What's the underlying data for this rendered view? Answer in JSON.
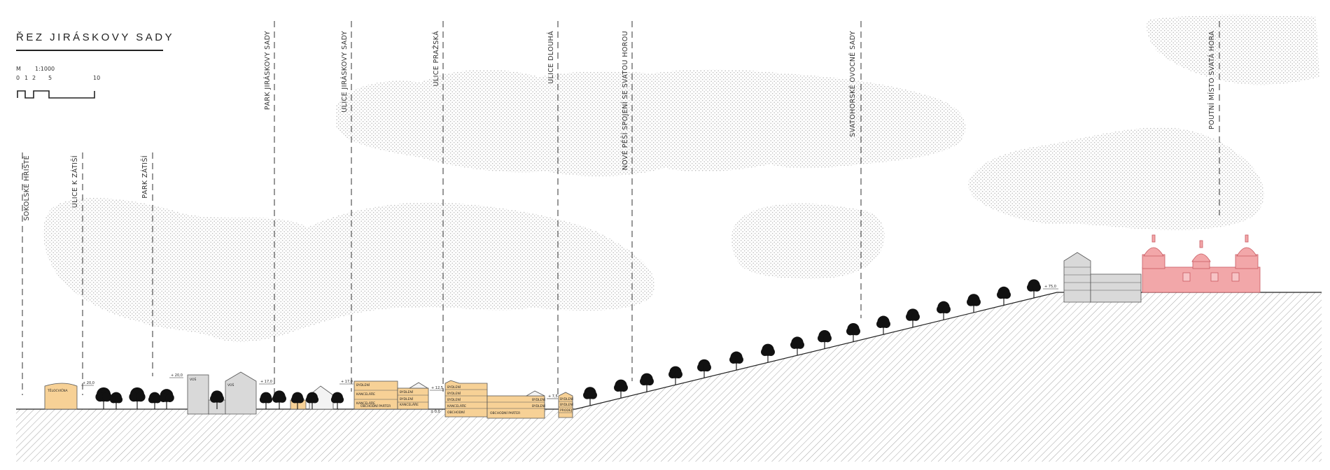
{
  "title": "ŘEZ JIRÁSKOVY SADY",
  "scale": {
    "label_m": "M",
    "ratio": "1:1000",
    "ticks": [
      "0",
      "1",
      "2",
      "5",
      "10"
    ]
  },
  "section_lines": [
    {
      "id": "sokolske-hriste",
      "label": "SOKOLSKÉ HŘIŠTĚ"
    },
    {
      "id": "ulice-k-zatisi",
      "label": "ULICE K ZÁTIŠÍ"
    },
    {
      "id": "park-zatisi",
      "label": "PARK ZÁTIŠÍ"
    },
    {
      "id": "park-jiraskovy-sady",
      "label": "PARK JIRÁSKOVY SADY"
    },
    {
      "id": "ulice-jiraskovy-sady",
      "label": "ULICE JIRÁSKOVY SADY"
    },
    {
      "id": "ulice-prazska",
      "label": "ULICE PRAŽSKÁ"
    },
    {
      "id": "ulice-dlouha",
      "label": "ULICE DLOUHÁ"
    },
    {
      "id": "nove-pesi-spojeni",
      "label": "NOVÉ PĚŠÍ SPOJENÍ SE SVATOU HOROU"
    },
    {
      "id": "svatohorske-ovocne-sady",
      "label": "SVATOHORSKÉ OVOCNÉ SADY"
    },
    {
      "id": "poutni-misto",
      "label": "POUTNÍ MÍSTO SVATÁ HORA"
    }
  ],
  "building_labels": {
    "telocvicna": "TĚLOCVIČNA",
    "vos": "VOŠ",
    "bydleni": "BYDLENÍ",
    "kancelare": "KANCELÁŘE",
    "obchodni_parter": "OBCHODNÍ PARTER",
    "obchodni": "OBCHODNÍ",
    "prodej": "PRODEJ"
  },
  "level_marks": [
    "+ 20,0",
    "+ 20,0",
    "+ 17,0",
    "+ 17,0",
    "+ 12,5",
    "+ 7,5",
    "+ 75,0",
    "± 0,0"
  ],
  "colors": {
    "building_fill": "#f7d196",
    "church_fill": "#f2a7a9",
    "grey_building": "#d9d9d9",
    "tree": "#111111",
    "cloud_dots": "#b5b5b5",
    "hatch": "#9a9a9a"
  }
}
